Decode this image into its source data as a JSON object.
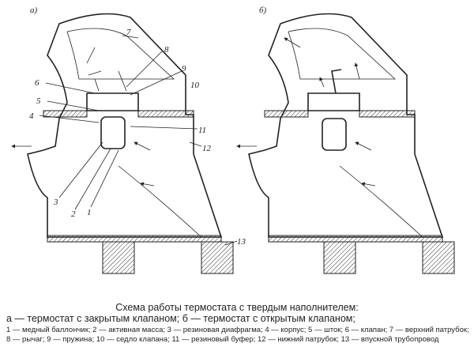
{
  "diagram": {
    "panel_a_label": "а)",
    "panel_b_label": "б)",
    "callouts": [
      "1",
      "2",
      "3",
      "4",
      "5",
      "6",
      "7",
      "8",
      "9",
      "10",
      "11",
      "12",
      "13"
    ]
  },
  "caption": {
    "title": "Схема работы термостата с твердым наполнителем:",
    "subtitle": "а — термостат с закрытым клапаном; б — термостат с открытым клапаном;",
    "legend": "1 — медный баллончик; 2 — активная масса; 3 — резиновая диафрагма; 4 — корпус; 5 — шток; 6 — клапан; 7 — верхний патрубок; 8 — рычаг; 9 — пружина; 10 — седло клапана; 11 — резиновый буфер; 12 — нижний патрубок; 13 — впускной трубопровод"
  }
}
